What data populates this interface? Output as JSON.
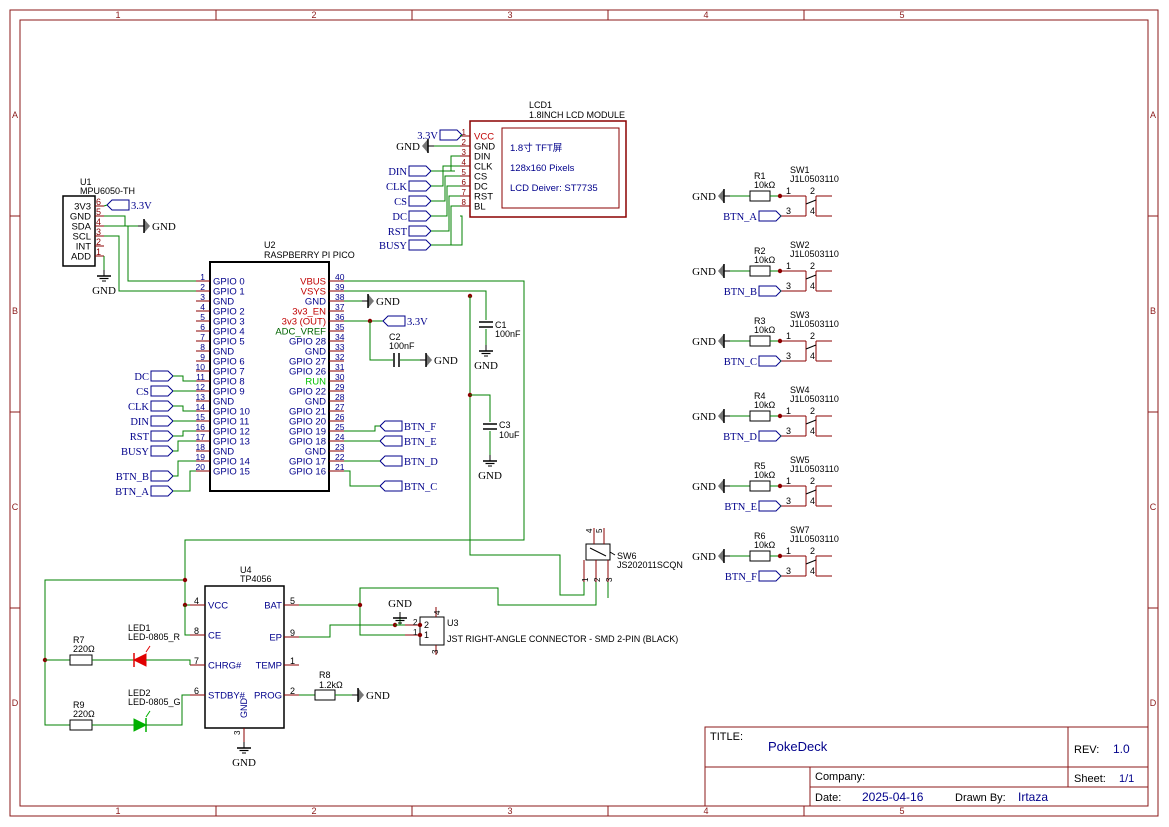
{
  "colors": {
    "frame": "#8b1a1a",
    "wire": "#008000",
    "part": "#000000",
    "pin": "#8b0000",
    "label": "#00008b",
    "power": "#c00000",
    "adc": "#006400",
    "run": "#00c000",
    "led_red": "#e00000",
    "led_green": "#00b000"
  },
  "frame": {
    "cols": [
      "1",
      "2",
      "3",
      "4",
      "5"
    ],
    "rows": [
      "A",
      "B",
      "C",
      "D"
    ]
  },
  "lcd": {
    "ref": "LCD1",
    "value": "1.8INCH LCD MODULE",
    "screen_lines": [
      "1.8寸 TFT屏",
      "128x160 Pixels",
      "LCD Deiver:  ST7735"
    ],
    "pins": [
      {
        "num": "1",
        "name": "VCC"
      },
      {
        "num": "2",
        "name": "GND"
      },
      {
        "num": "3",
        "name": "DIN"
      },
      {
        "num": "4",
        "name": "CLK"
      },
      {
        "num": "5",
        "name": "CS"
      },
      {
        "num": "6",
        "name": "DC"
      },
      {
        "num": "7",
        "name": "RST"
      },
      {
        "num": "8",
        "name": "BL"
      }
    ],
    "nets": [
      "3.3V",
      "GND",
      "DIN",
      "CLK",
      "CS",
      "DC",
      "RST",
      "BUSY"
    ]
  },
  "mpu": {
    "ref": "U1",
    "value": "MPU6050-TH",
    "pins": [
      {
        "num": "6",
        "name": "3V3"
      },
      {
        "num": "5",
        "name": "GND"
      },
      {
        "num": "4",
        "name": "SDA"
      },
      {
        "num": "3",
        "name": "SCL"
      },
      {
        "num": "2",
        "name": "INT"
      },
      {
        "num": "1",
        "name": "ADD"
      }
    ],
    "net_3v3": "3.3V",
    "net_gnd": "GND",
    "net_gnd_add": "GND"
  },
  "pico": {
    "ref": "U2",
    "value": "RASPBERRY PI PICO",
    "left_pins": [
      {
        "num": "1",
        "name": "GPIO 0"
      },
      {
        "num": "2",
        "name": "GPIO 1"
      },
      {
        "num": "3",
        "name": "GND"
      },
      {
        "num": "4",
        "name": "GPIO 2"
      },
      {
        "num": "5",
        "name": "GPIO 3"
      },
      {
        "num": "6",
        "name": "GPIO 4"
      },
      {
        "num": "7",
        "name": "GPIO 5"
      },
      {
        "num": "8",
        "name": "GND"
      },
      {
        "num": "9",
        "name": "GPIO 6"
      },
      {
        "num": "10",
        "name": "GPIO 7"
      },
      {
        "num": "11",
        "name": "GPIO 8"
      },
      {
        "num": "12",
        "name": "GPIO 9"
      },
      {
        "num": "13",
        "name": "GND"
      },
      {
        "num": "14",
        "name": "GPIO 10"
      },
      {
        "num": "15",
        "name": "GPIO 11"
      },
      {
        "num": "16",
        "name": "GPIO 12"
      },
      {
        "num": "17",
        "name": "GPIO 13"
      },
      {
        "num": "18",
        "name": "GND"
      },
      {
        "num": "19",
        "name": "GPIO 14"
      },
      {
        "num": "20",
        "name": "GPIO 15"
      }
    ],
    "right_pins": [
      {
        "num": "40",
        "name": "VBUS"
      },
      {
        "num": "39",
        "name": "VSYS"
      },
      {
        "num": "38",
        "name": "GND"
      },
      {
        "num": "37",
        "name": "3v3_EN"
      },
      {
        "num": "36",
        "name": "3v3 (OUT)"
      },
      {
        "num": "35",
        "name": "ADC_VREF"
      },
      {
        "num": "34",
        "name": "GPIO 28"
      },
      {
        "num": "33",
        "name": "GND"
      },
      {
        "num": "32",
        "name": "GPIO 27"
      },
      {
        "num": "31",
        "name": "GPIO 26"
      },
      {
        "num": "30",
        "name": "RUN"
      },
      {
        "num": "29",
        "name": "GPIO 22"
      },
      {
        "num": "28",
        "name": "GND"
      },
      {
        "num": "27",
        "name": "GPIO 21"
      },
      {
        "num": "26",
        "name": "GPIO 20"
      },
      {
        "num": "25",
        "name": "GPIO 19"
      },
      {
        "num": "24",
        "name": "GPIO 18"
      },
      {
        "num": "23",
        "name": "GND"
      },
      {
        "num": "22",
        "name": "GPIO 17"
      },
      {
        "num": "21",
        "name": "GPIO 16"
      }
    ],
    "left_nets": [
      "DC",
      "CS",
      "CLK",
      "DIN",
      "RST",
      "BUSY",
      "BTN_B",
      "BTN_A"
    ],
    "right_nets": [
      "BTN_F",
      "BTN_E",
      "BTN_D",
      "BTN_C"
    ],
    "net_gnd": "GND",
    "net_3v3": "3.3V"
  },
  "caps": [
    {
      "ref": "C1",
      "value": "100nF",
      "gnd": "GND"
    },
    {
      "ref": "C2",
      "value": "100nF",
      "gnd": "GND"
    },
    {
      "ref": "C3",
      "value": "10uF",
      "gnd": "GND"
    }
  ],
  "switches": [
    {
      "res": "R1",
      "res_val": "10kΩ",
      "sw": "SW1",
      "sw_val": "J1L0503110",
      "net": "BTN_A",
      "gnd": "GND"
    },
    {
      "res": "R2",
      "res_val": "10kΩ",
      "sw": "SW2",
      "sw_val": "J1L0503110",
      "net": "BTN_B",
      "gnd": "GND"
    },
    {
      "res": "R3",
      "res_val": "10kΩ",
      "sw": "SW3",
      "sw_val": "J1L0503110",
      "net": "BTN_C",
      "gnd": "GND"
    },
    {
      "res": "R4",
      "res_val": "10kΩ",
      "sw": "SW4",
      "sw_val": "J1L0503110",
      "net": "BTN_D",
      "gnd": "GND"
    },
    {
      "res": "R5",
      "res_val": "10kΩ",
      "sw": "SW5",
      "sw_val": "J1L0503110",
      "net": "BTN_E",
      "gnd": "GND"
    },
    {
      "res": "R6",
      "res_val": "10kΩ",
      "sw": "SW7",
      "sw_val": "J1L0503110",
      "net": "BTN_F",
      "gnd": "GND"
    }
  ],
  "sw_pins": [
    "1",
    "2",
    "3",
    "4"
  ],
  "sw6": {
    "ref": "SW6",
    "value": "JS202011SCQN",
    "top_pins": [
      "4",
      "5"
    ],
    "bottom_pins": [
      "1",
      "2",
      "3"
    ]
  },
  "tp4056": {
    "ref": "U4",
    "value": "TP4056",
    "left_pins": [
      {
        "num": "4",
        "name": "VCC"
      },
      {
        "num": "8",
        "name": "CE"
      },
      {
        "num": "7",
        "name": "CHRG#"
      },
      {
        "num": "6",
        "name": "STDBY#"
      }
    ],
    "right_pins": [
      {
        "num": "5",
        "name": "BAT"
      },
      {
        "num": "9",
        "name": "EP"
      },
      {
        "num": "1",
        "name": "TEMP"
      },
      {
        "num": "2",
        "name": "PROG"
      }
    ],
    "bottom_pin": {
      "num": "3",
      "name": "GND"
    },
    "net_gnd": "GND"
  },
  "leds": [
    {
      "ref": "LED1",
      "value": "LED-0805_R",
      "res": "R7",
      "res_val": "220Ω"
    },
    {
      "ref": "LED2",
      "value": "LED-0805_G",
      "res": "R9",
      "res_val": "220Ω"
    }
  ],
  "r8": {
    "ref": "R8",
    "value": "1.2kΩ",
    "gnd": "GND"
  },
  "jst": {
    "ref": "U3",
    "value": "JST RIGHT-ANGLE CONNECTOR - SMD 2-PIN (BLACK)",
    "pins": [
      "2",
      "1"
    ],
    "top_pin": "4",
    "bottom_pin": "3",
    "gnd": "GND"
  },
  "title_block": {
    "title_label": "TITLE:",
    "title": "PokeDeck",
    "rev_label": "REV:",
    "rev": "1.0",
    "company_label": "Company:",
    "sheet_label": "Sheet:",
    "sheet": "1/1",
    "date_label": "Date:",
    "date": "2025-04-16",
    "drawn_label": "Drawn By:",
    "drawn": "Irtaza"
  }
}
